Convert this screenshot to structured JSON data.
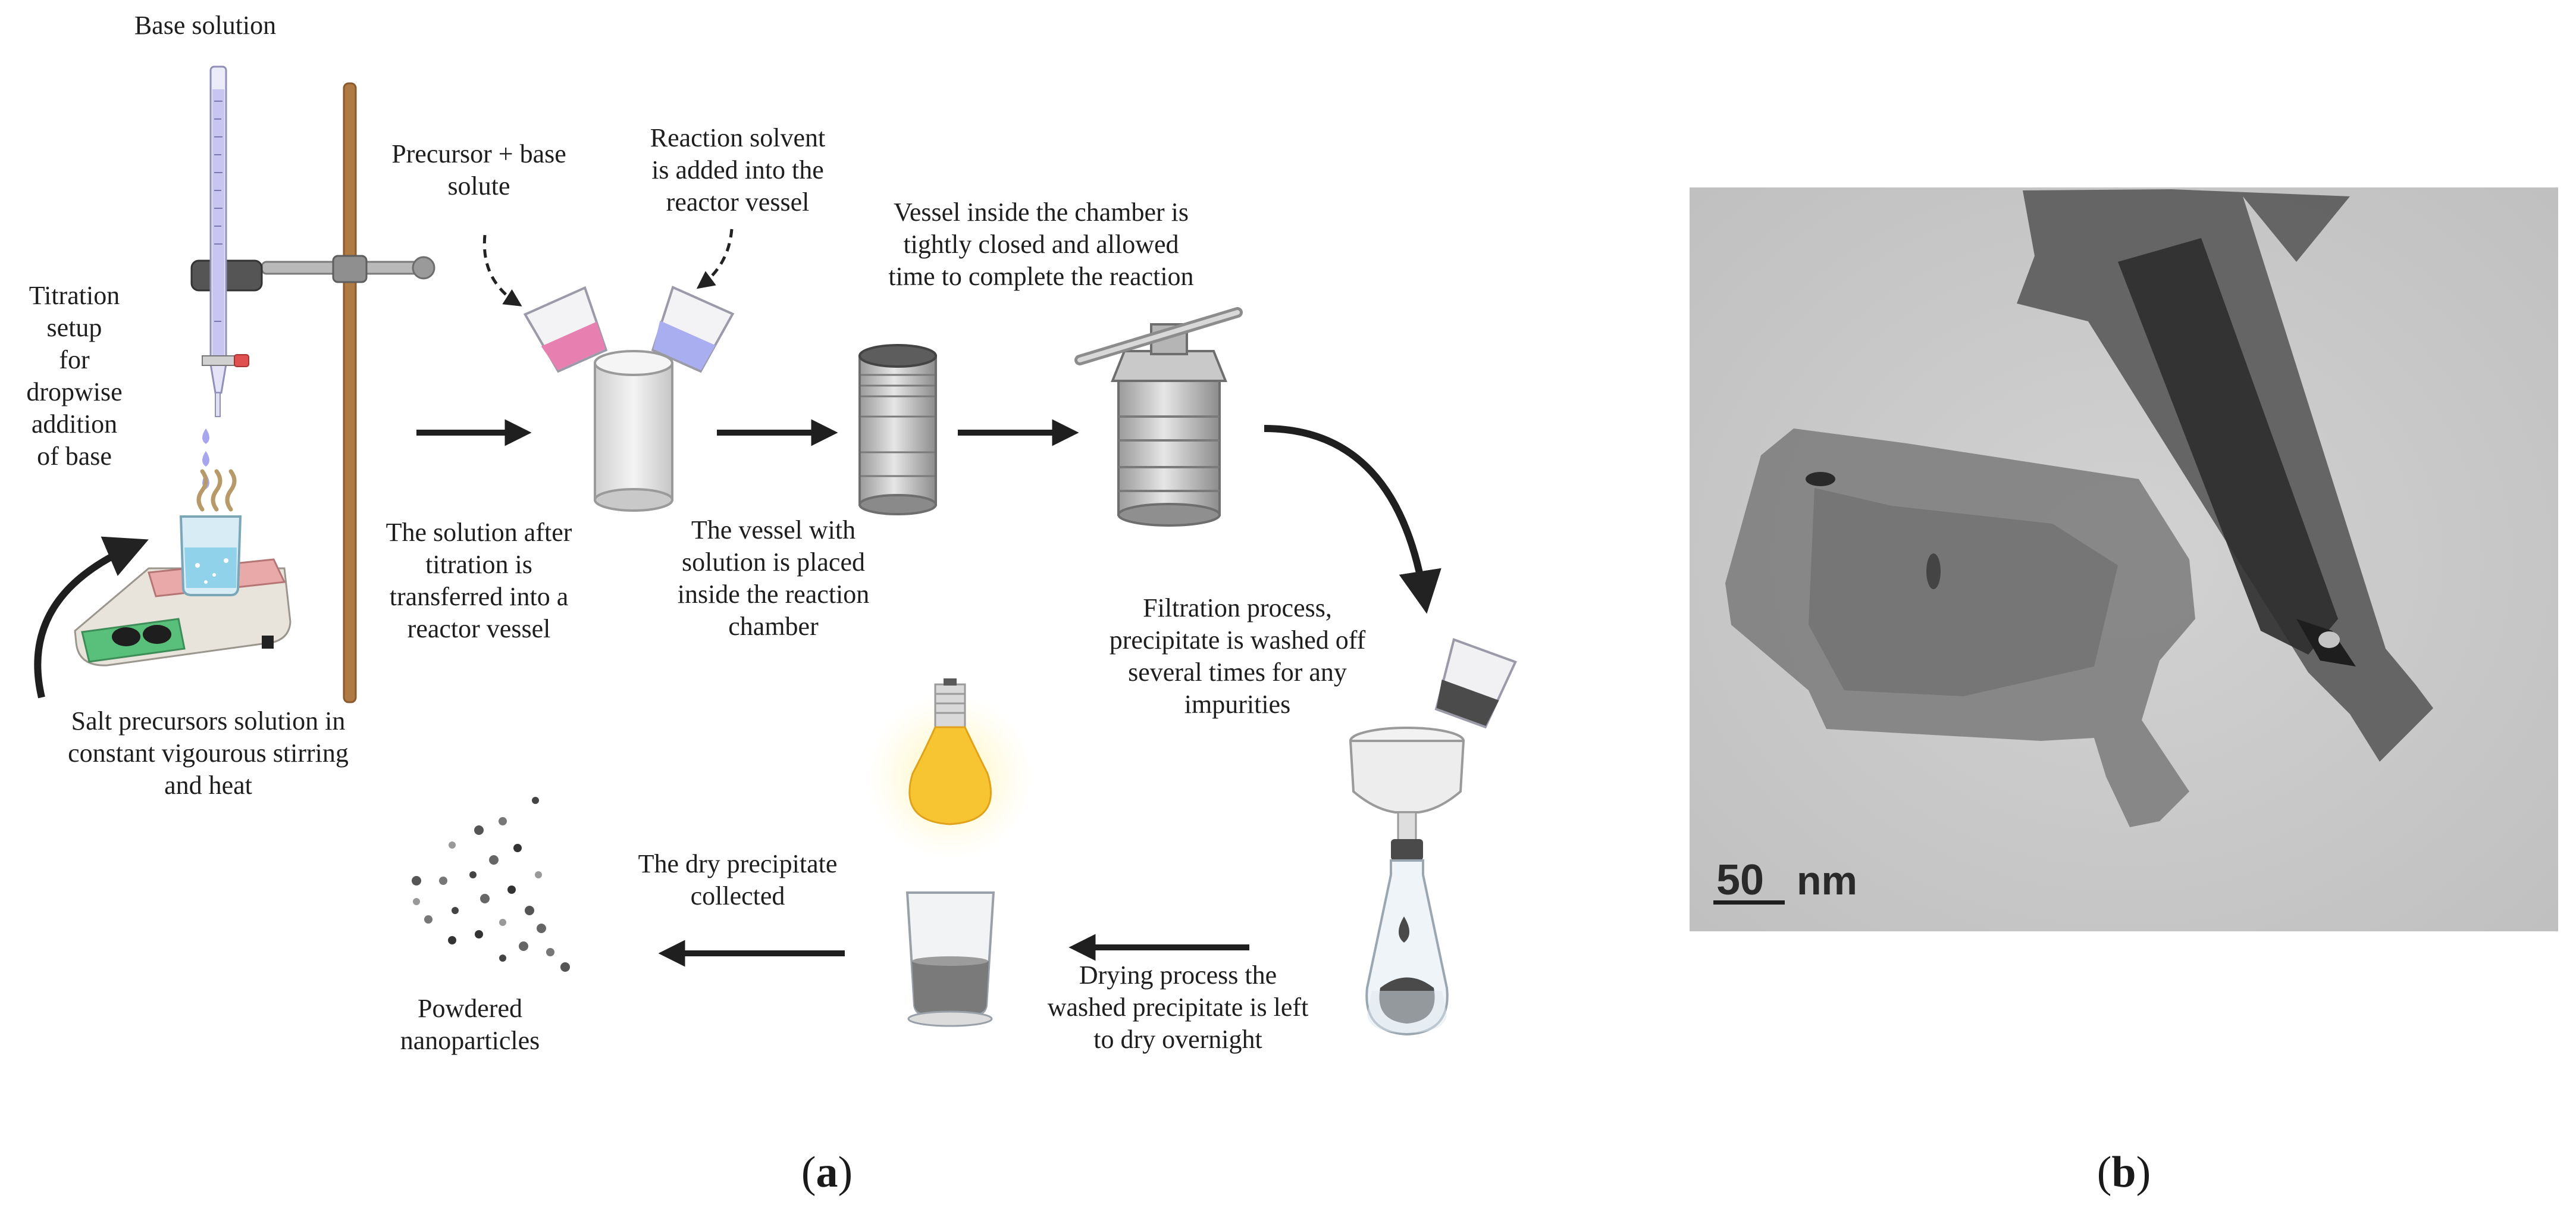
{
  "panel_a": {
    "caption_open": "(",
    "caption_letter": "a",
    "caption_close": ")",
    "labels": {
      "base_solution": "Base solution",
      "titration_setup": "Titration\nsetup\nfor\ndropwise\naddition\nof base",
      "salt_precursors": "Salt precursors solution in\nconstant vigourous stirring\nand heat",
      "precursor_base": "Precursor + base\nsolute",
      "reaction_solvent": "Reaction solvent\nis added into the\nreactor vessel",
      "transferred": "The solution after\ntitration is\ntransferred into a\nreactor vessel",
      "vessel_placed": "The vessel with\nsolution is placed\ninside the reaction\nchamber",
      "vessel_closed": "Vessel inside the chamber is\ntightly closed and allowed\ntime to complete the reaction",
      "filtration": "Filtration process,\nprecipitate is washed off\nseveral times for any\nimpurities",
      "drying": "Drying process the\nwashed precipitate is left\nto dry overnight",
      "dry_collected": "The dry precipitate\ncollected",
      "powdered": "Powdered\nnanoparticles"
    }
  },
  "panel_b": {
    "caption_open": "(",
    "caption_letter": "b",
    "caption_close": ")",
    "scale_bar_value": "50",
    "scale_bar_unit": "nm"
  },
  "colors": {
    "arrow": "#1f1f1f",
    "pink_liquid": "#e77fb0",
    "blue_liquid": "#a9aef0",
    "hotplate_green": "#58c07a",
    "stand_wood": "#b07a45",
    "bulb_yellow": "#f7c531",
    "tem_background": "#c8c8c8"
  },
  "icons": [
    "burette-icon",
    "retort-stand-icon",
    "hotplate-stirrer-icon",
    "beaker-icon",
    "pouring-beaker-icon",
    "reactor-vessel-icon",
    "autoclave-icon",
    "funnel-flask-icon",
    "light-bulb-icon",
    "precipitate-beaker-icon",
    "nanoparticles-icon"
  ]
}
